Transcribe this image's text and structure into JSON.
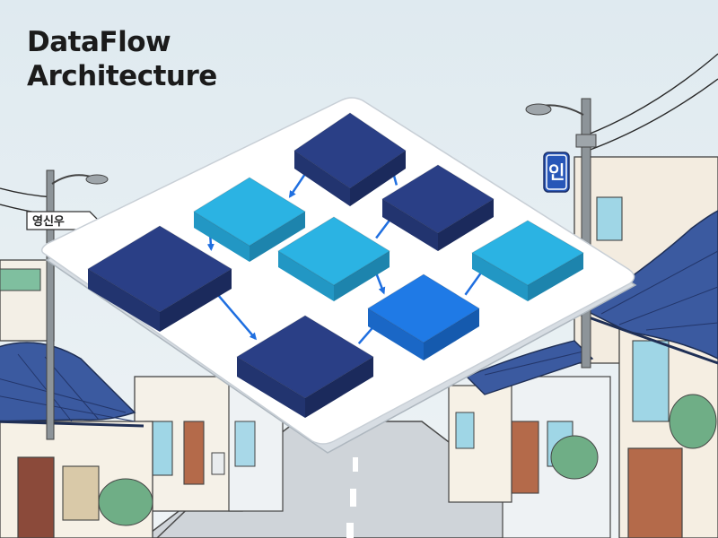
{
  "title": {
    "line1": "DataFlow",
    "line2": "Architecture"
  },
  "street_signs": {
    "left_sign": "영신우",
    "right_sign": "인"
  },
  "diagram": {
    "platform_color": "#ffffff",
    "node_colors": {
      "dark": "#2a3f86",
      "light": "#2bb3e3",
      "bright": "#1f7ae6"
    },
    "nodes": [
      {
        "id": "top",
        "shade": "dark"
      },
      {
        "id": "mid-left",
        "shade": "light"
      },
      {
        "id": "mid-right",
        "shade": "dark"
      },
      {
        "id": "big-left",
        "shade": "dark"
      },
      {
        "id": "center",
        "shade": "light"
      },
      {
        "id": "right",
        "shade": "light"
      },
      {
        "id": "center-low",
        "shade": "bright"
      },
      {
        "id": "bottom",
        "shade": "dark"
      }
    ],
    "arrows": [
      {
        "from": "top",
        "to": "mid-left"
      },
      {
        "from": "mid-right",
        "to": "top"
      },
      {
        "from": "mid-left",
        "to": "big-left"
      },
      {
        "from": "center",
        "to": "mid-right"
      },
      {
        "from": "center",
        "to": "center-low"
      },
      {
        "from": "center-low",
        "to": "right"
      },
      {
        "from": "big-left",
        "to": "bottom"
      },
      {
        "from": "bottom",
        "to": "center-low"
      }
    ],
    "arrow_color": "#1f6fe0"
  }
}
